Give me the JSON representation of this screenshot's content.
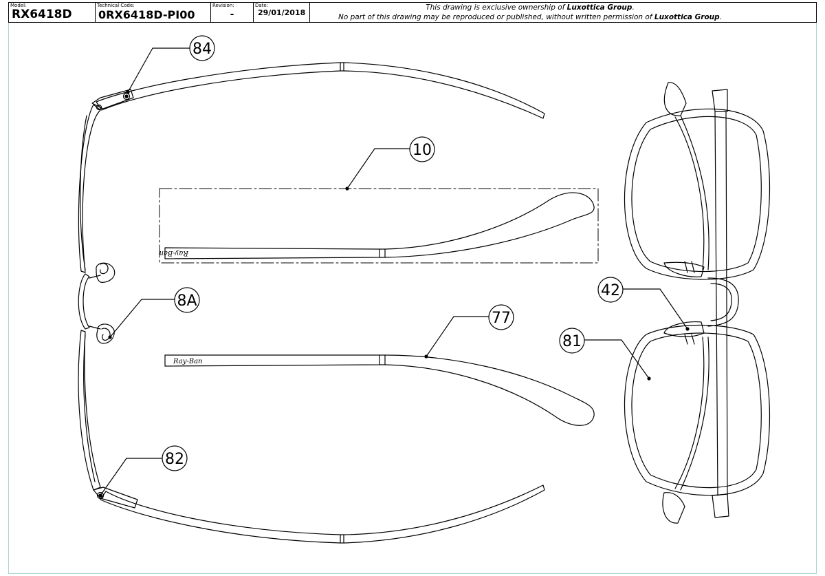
{
  "title_block": {
    "model_caption": "Model:",
    "model": "RX6418D",
    "code_caption": "Technical Code:",
    "code": "0RX6418D-PI00",
    "revision_caption": "Revision:",
    "revision": "-",
    "date_caption": "Date:",
    "date": "29/01/2018",
    "notice_line1_prefix": "This drawing is exclusive ownership of ",
    "notice_owner": "Luxottica Group",
    "notice_line1_suffix": ".",
    "notice_line2_prefix": "No part of this drawing may be reproduced or published, without written permission of ",
    "notice_line2_suffix": "."
  },
  "callouts": {
    "c84": "84",
    "c10": "10",
    "c8a": "8A",
    "c77": "77",
    "c82": "82",
    "c42": "42",
    "c81": "81"
  },
  "temple_logo": "Ray-Ban",
  "colors": {
    "line": "#000000",
    "frame_border": "#a9d4cf"
  }
}
